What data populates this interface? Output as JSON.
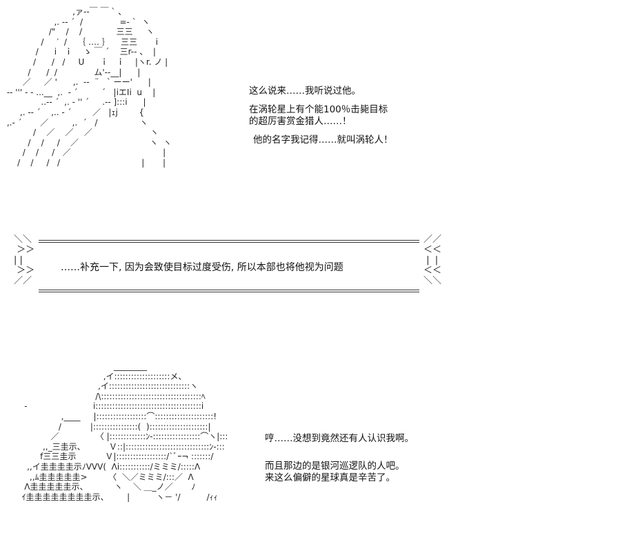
{
  "top_dialogue": [
    "这么说来……我听说过他。",
    "在涡轮星上有个能100％击毙目标",
    "的超厉害赏金猎人……！",
    "他的名字我记得……就叫涡轮人！"
  ],
  "banner": {
    "text": "……补充一下, 因为会致使目标过度受伤, 所以本部也将他视为问题"
  },
  "bottom_dialogue": [
    "哼……没想到竟然还有人认识我啊。",
    "而且那边的是银河巡逻队的人吧。",
    "来这么偏僻的星球真是辛苦了。"
  ]
}
